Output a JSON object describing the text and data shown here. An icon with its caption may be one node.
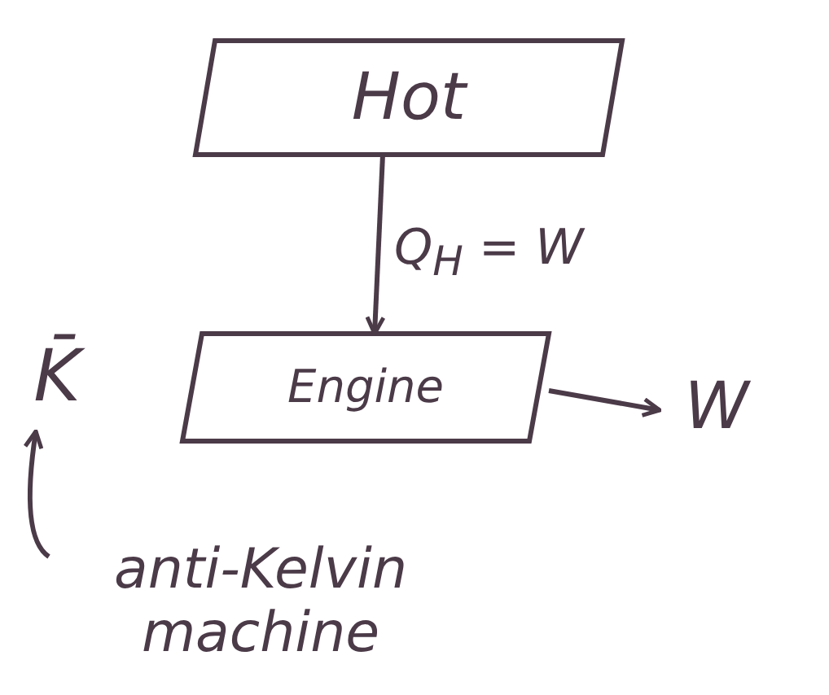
{
  "diagram": {
    "nodes": [
      {
        "text": [
          "Hot"
        ]
      },
      {
        "text": [
          "Engine"
        ]
      },
      {
        "text": [
          "W"
        ]
      },
      {
        "text": [
          "K̄"
        ]
      },
      {
        "text": [
          "anti-Kelvin machine"
        ]
      }
    ],
    "edges": [
      {
        "from": 0,
        "to": 1,
        "arrow": "to",
        "label": "Q$_{H}$ = W"
      },
      {
        "from": 1,
        "to": 2,
        "arrow": "to"
      },
      {
        "from": 4,
        "to": 3,
        "arrow": "to"
      }
    ]
  }
}
